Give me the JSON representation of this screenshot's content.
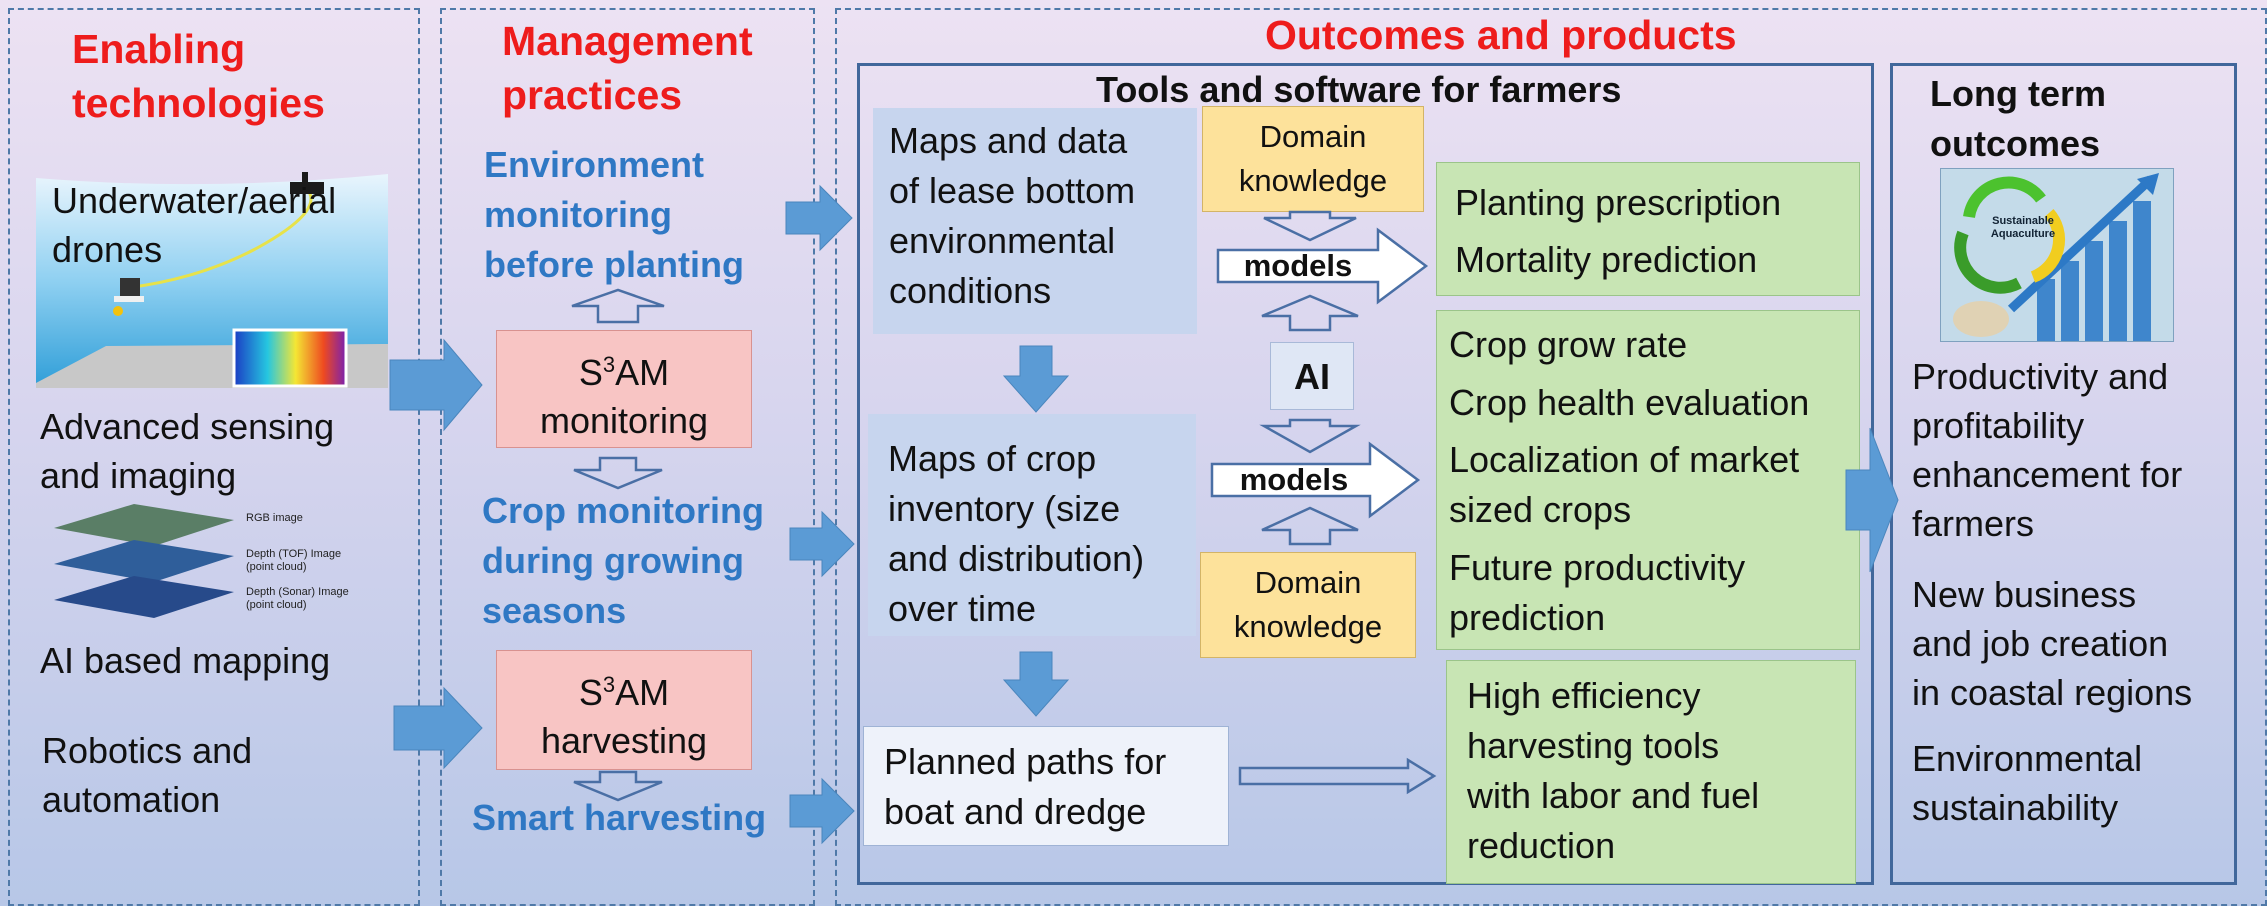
{
  "columns": {
    "enabling_title": "Enabling\ntechnologies",
    "management_title": "Management\npractices",
    "outcomes_title": "Outcomes and products",
    "tools_title": "Tools and software for farmers",
    "long_term_title": "Long term\noutcomes"
  },
  "enabling": {
    "drones": "Underwater/aerial\ndrones",
    "sensing": "Advanced sensing\nand imaging",
    "mapping": "AI based mapping",
    "robotics": "Robotics and\nautomation",
    "layer_labels": [
      "RGB image",
      "Depth (TOF) Image\n(point cloud)",
      "Depth (Sonar) Image\n(point cloud)"
    ]
  },
  "management": {
    "env_monitoring": "Environment\nmonitoring\nbefore planting",
    "s3am_monitoring_main": "S",
    "s3am_sup": "3",
    "s3am_monitoring_rest": "AM",
    "monitoring_word": "monitoring",
    "crop_monitoring": "Crop monitoring\nduring growing\nseasons",
    "harvesting_word": "harvesting",
    "smart_harvesting": "Smart harvesting"
  },
  "tools": {
    "maps_lease": "Maps and data\nof lease bottom\nenvironmental\nconditions",
    "maps_crop": "Maps of crop\ninventory (size\nand distribution)\nover time",
    "planned_paths": "Planned paths for\nboat and dredge",
    "domain_knowledge": "Domain\nknowledge",
    "models": "models",
    "ai": "AI",
    "green1": [
      "Planting prescription",
      "Mortality prediction"
    ],
    "green2": [
      "Crop grow rate",
      "Crop health evaluation",
      "Localization of market\nsized crops",
      "Future productivity\nprediction"
    ],
    "green3": "High efficiency\nharvesting tools\nwith labor and fuel\nreduction"
  },
  "long_term": {
    "logo_text": "Sustainable\nAquaculture",
    "items": [
      "Productivity and\nprofitability\nenhancement for\nfarmers",
      "New business\nand job creation\nin coastal regions",
      "Environmental\nsustainability"
    ]
  },
  "colors": {
    "red_title": "#ee1c1c",
    "blue_text": "#2f78c4",
    "arrow_fill": "#5b9bd5",
    "pink_box": "#f8c5c4",
    "yellow_box": "#fde29b",
    "green_box": "#c8e5b4",
    "blue_box": "#c7d5ee"
  }
}
